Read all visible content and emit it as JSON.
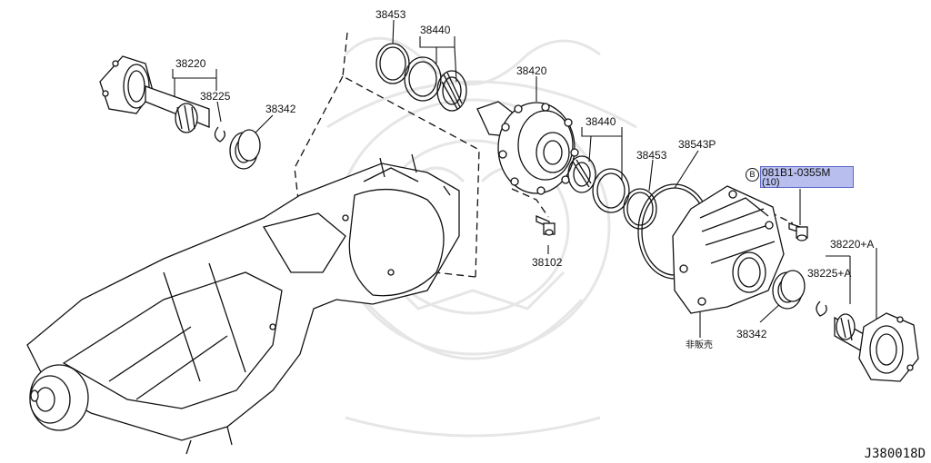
{
  "diagram_id": "J380018D",
  "not_sold_label": "非販売",
  "bolt_spec": {
    "circle_letter": "B",
    "part_number": "081B1-0355M",
    "quantity": "(10)"
  },
  "parts": {
    "p38453_top": "38453",
    "p38440_top": "38440",
    "p38220": "38220",
    "p38225": "38225",
    "p38342_left": "38342",
    "p38420": "38420",
    "p38440_mid": "38440",
    "p38453_mid": "38453",
    "p38543p": "38543P",
    "p38102": "38102",
    "p38220a": "38220+A",
    "p38225a": "38225+A",
    "p38342_right": "38342"
  },
  "colors": {
    "line": "#111111",
    "highlight_fill": "#b8bfee",
    "highlight_border": "#5b66c8",
    "watermark": "#e6e6e6"
  }
}
